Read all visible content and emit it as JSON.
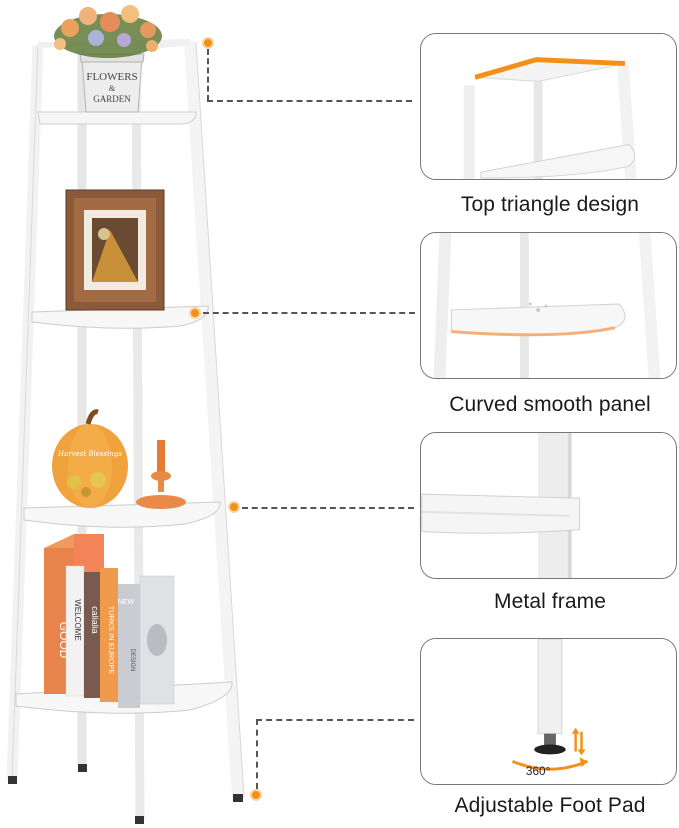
{
  "planter": {
    "label_top": "FLOWERS",
    "label_mid": "&",
    "label_bottom": "GARDEN"
  },
  "pumpkin": {
    "script_text": "Harvest Blessings"
  },
  "books": [
    {
      "title": "GOOD",
      "color": "#e8834b"
    },
    {
      "title": "WELCOME",
      "color": "#f2f2f2"
    },
    {
      "title": "calialia",
      "color": "#7a5a4e"
    },
    {
      "title": "TURKS IN EUROPE",
      "color": "#f09a4b"
    },
    {
      "title": "NEW",
      "color": "#c9ccd0"
    },
    {
      "title": "DESIGN",
      "color": "#dfe1e4"
    }
  ],
  "features": [
    {
      "caption": "Top triangle design",
      "icon": "top-triangle-detail"
    },
    {
      "caption": "Curved smooth panel",
      "icon": "curved-panel-detail"
    },
    {
      "caption": "Metal frame",
      "icon": "metal-frame-detail"
    },
    {
      "caption": "Adjustable Foot Pad",
      "icon": "foot-pad-detail",
      "badge": "360°"
    }
  ],
  "colors": {
    "accent": "#f39019",
    "frame": "#f4f4f4",
    "card_border": "#777777"
  }
}
